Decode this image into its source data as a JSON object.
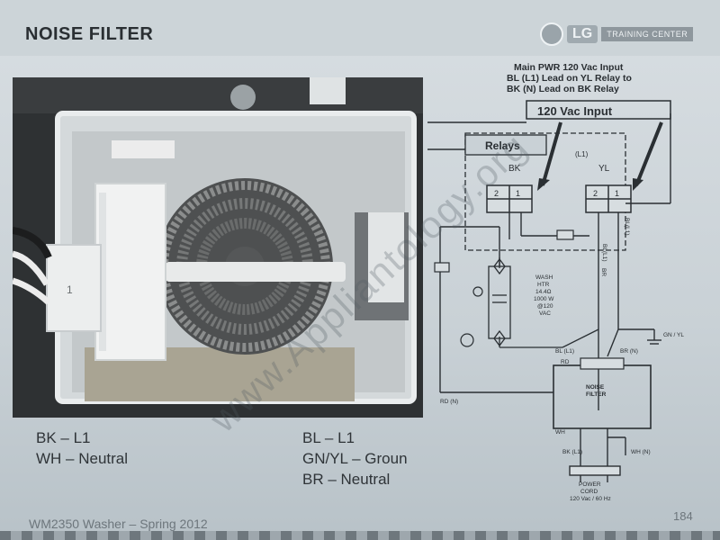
{
  "header": {
    "title": "NOISE FILTER",
    "logo_text": "LG",
    "logo_band": "TRAINING CENTER"
  },
  "photo": {
    "part_label": "1"
  },
  "diagram": {
    "annotation_main": [
      "Main PWR 120 Vac Input",
      "BL (L1) Lead on YL Relay to",
      "BK (N) Lead on BK Relay"
    ],
    "annotation_input": "120 Vac Input",
    "relays_label": "Relays",
    "relay_bk_label": "BK",
    "relay_yl_label": "YL",
    "relay_pin_labels": [
      "2",
      "1",
      "2",
      "1"
    ],
    "l1_label": "(L1)",
    "bl_wire_label": "BL(L1)",
    "br_wire_label": "BR",
    "bk_wire_label": "BL(L1)",
    "gnd_label": "GN / YL",
    "heater_label": [
      "WASH",
      "HTR",
      "14.4Ω",
      "1000 W",
      "@120",
      "VAC"
    ],
    "bl_l1_label": "BL (L1)",
    "br_n_label": "BR (N)",
    "rd_label": "RD",
    "rd_n_label": "RD (N)",
    "wh_label": "WH",
    "noise_filter_label": [
      "NOISE",
      "FILTER"
    ],
    "bk_l1_label": "BK (L1)",
    "wh_n_label": "WH (N)",
    "power_cord_label": [
      "POWER",
      "CORD",
      "120 Vac / 60 Hz"
    ]
  },
  "legend_left": [
    "BK – L1",
    "WH – Neutral"
  ],
  "legend_right": [
    "BL – L1",
    "GN/YL – Groun",
    "BR – Neutral"
  ],
  "footer": {
    "left": "WM2350 Washer – Spring 2012",
    "page_number": "184"
  },
  "watermark": "www.Appliantology.org"
}
